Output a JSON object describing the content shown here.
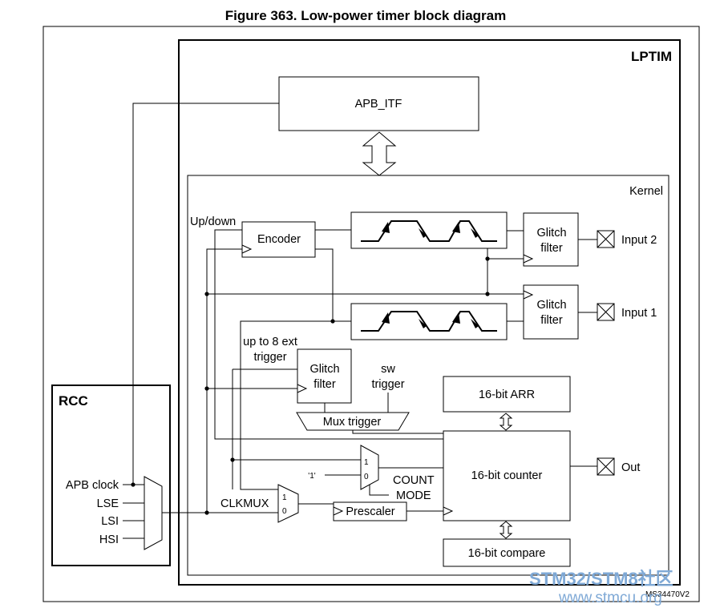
{
  "title": "Figure 363. Low-power timer block diagram",
  "lptim_label": "LPTIM",
  "rcc_label": "RCC",
  "kernel_label": "Kernel",
  "apb_itf_label": "APB_ITF",
  "encoder_label": "Encoder",
  "updown_label": "Up/down",
  "glitch_filter_label": [
    "Glitch",
    "filter"
  ],
  "input2_label": "Input 2",
  "input1_label": "Input 1",
  "ext_trigger_label": [
    "up to 8 ext",
    "trigger"
  ],
  "sw_trigger_label": [
    "sw",
    "trigger"
  ],
  "mux_trigger_label": "Mux trigger",
  "arr_label": "16-bit ARR",
  "counter_label": "16-bit counter",
  "compare_label": "16-bit compare",
  "out_label": "Out",
  "prescaler_label": "Prescaler",
  "clkmux_label": "CLKMUX",
  "count_mode_label": [
    "COUNT",
    "MODE"
  ],
  "one_label": "'1'",
  "mux_in1": "1",
  "mux_in0": "0",
  "rcc_inputs": [
    "APB clock",
    "LSE",
    "LSI",
    "HSI"
  ],
  "doc_code": "MS34470V2",
  "watermark": [
    "STM32/STM8社区",
    "www.stmcu.org"
  ]
}
